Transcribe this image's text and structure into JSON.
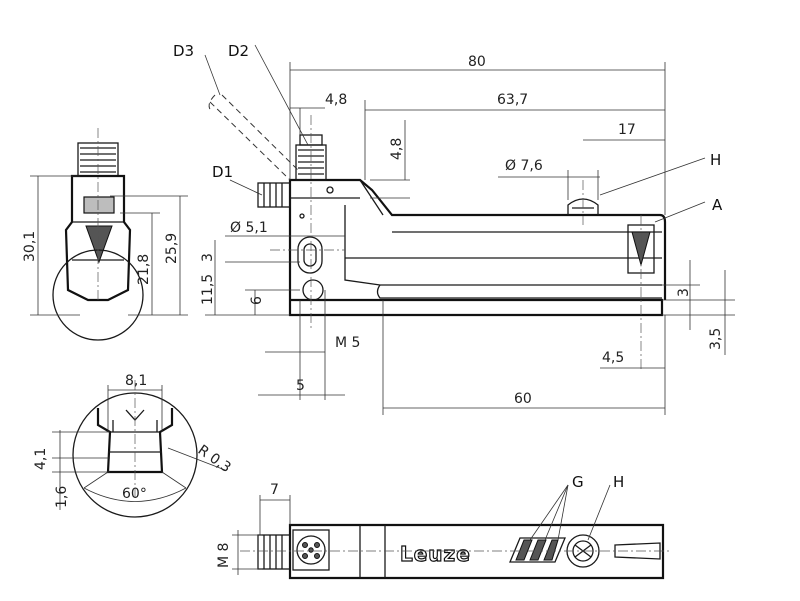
{
  "dimensions": {
    "d80": "80",
    "d4_8_top": "4,8",
    "d63_7": "63,7",
    "d17": "17",
    "d4_8_vert": "4,8",
    "d7_6": "Ø 7,6",
    "d5_1": "Ø 5,1",
    "d3": "3",
    "d11_5": "11,5",
    "d6": "6",
    "dM5": "M 5",
    "d5": "5",
    "d60": "60",
    "d4_5": "4,5",
    "d3_right": "3",
    "d3_5": "3,5",
    "d30_1": "30,1",
    "d21_8": "21,8",
    "d25_9": "25,9",
    "d8_1": "8,1",
    "d4_1": "4,1",
    "d1_6": "1,6",
    "d60deg": "60°",
    "dR0_3": "R 0,3",
    "d7_bottom": "7",
    "dM8": "M 8"
  },
  "labels": {
    "D1": "D1",
    "D2": "D2",
    "D3": "D3",
    "H_top": "H",
    "A": "A",
    "G": "G",
    "H_bottom": "H"
  },
  "brand": "Leuze"
}
